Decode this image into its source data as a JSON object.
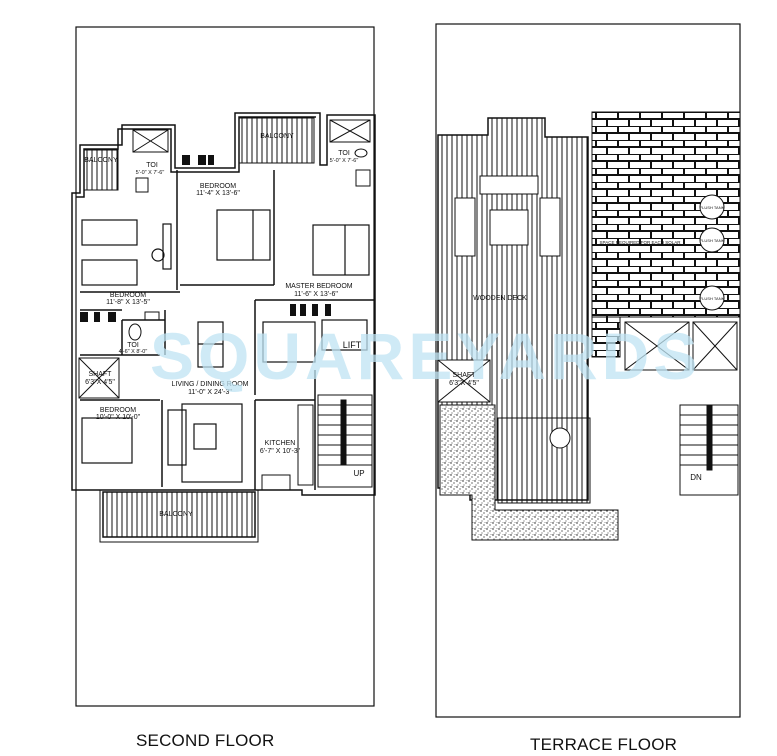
{
  "watermark": "SQUAREYARDS",
  "second_floor": {
    "caption": "SECOND FLOOR",
    "rooms": {
      "balcony_left": "BALCONY",
      "toilet_1": {
        "name": "TOI",
        "size": "5'-0\" X 7'-6\""
      },
      "bedroom_center": {
        "name": "BEDROOM",
        "size": "11'-4\" X 13'-6\""
      },
      "balcony_top": "BALCONY",
      "toilet_2": {
        "name": "TOI",
        "size": "5'-0\" X 7'-6\""
      },
      "bedroom_left": {
        "name": "BEDROOM",
        "size": "11'-8\" X 13'-5\""
      },
      "master_bedroom": {
        "name": "MASTER BEDROOM",
        "size": "11'-6\" X 13'-6\""
      },
      "toilet_3": {
        "name": "TOI",
        "size": "4'-6\" X 8'-0\""
      },
      "lift": "LIFT",
      "shaft": {
        "name": "SHAFT",
        "size": "6'3\"X 4'5\""
      },
      "living_dining": {
        "name": "LIVING / DINING ROOM",
        "size": "11'-0\" X 24'-3\""
      },
      "bedroom_small": {
        "name": "BEDROOM",
        "size": "10'-0\" X 10'-0\""
      },
      "kitchen": {
        "name": "KITCHEN",
        "size": "6'-7\" X 10'-3\""
      },
      "stairs": "UP",
      "balcony_bottom": "BALCONY"
    }
  },
  "terrace_floor": {
    "caption": "TERRACE FLOOR",
    "rooms": {
      "wooden_deck": "WOODEN DECK",
      "solar_note": "SPACE REQUIRED FOR EACH SOLAR",
      "flush_tank": "FLUSH TANK",
      "shaft": {
        "name": "SHAFT",
        "size": "6'3\"X 4'5\""
      },
      "stairs": "DN"
    }
  },
  "colors": {
    "line": "#111111",
    "watermark": "#bfe4f3"
  }
}
